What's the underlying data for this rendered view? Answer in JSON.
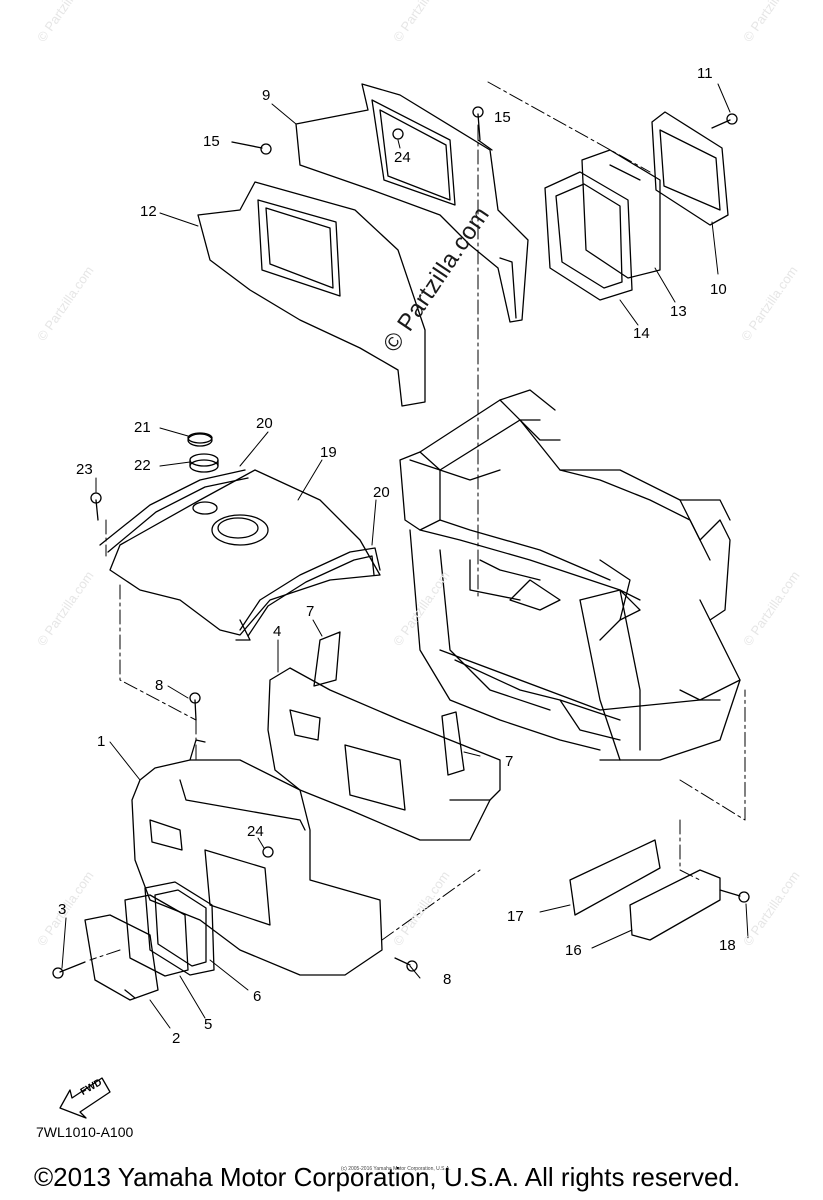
{
  "watermark": {
    "brand": "© Partzilla.com"
  },
  "callouts": [
    "1",
    "2",
    "3",
    "4",
    "5",
    "6",
    "7",
    "7",
    "8",
    "8",
    "9",
    "10",
    "11",
    "12",
    "13",
    "14",
    "15",
    "15",
    "16",
    "17",
    "18",
    "19",
    "20",
    "20",
    "21",
    "22",
    "23",
    "24",
    "24"
  ],
  "figure_code": "7WL1010-A100",
  "fwd_label": "FWD",
  "copyright": "©2013 Yamaha Motor Corporation, U.S.A. All rights reserved.",
  "fine_print": "(c) 2005-2016 Yamaha Motor Corporation, U.S.A."
}
